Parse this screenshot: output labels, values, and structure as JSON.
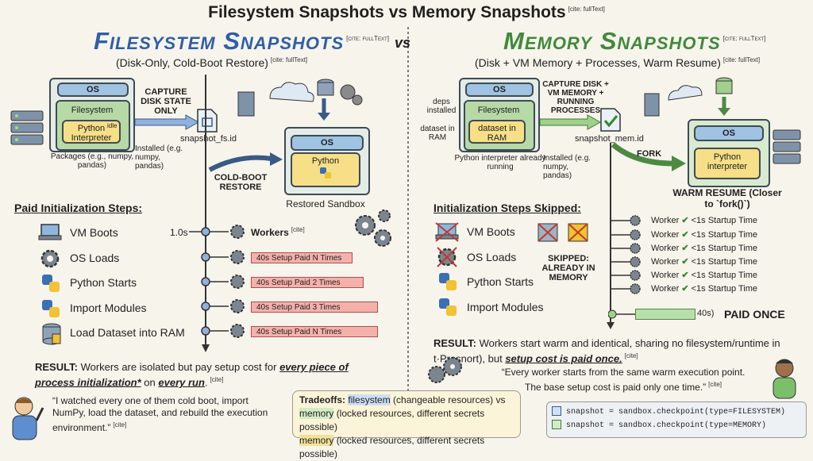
{
  "title": "Filesystem Snapshots vs Memory Snapshots",
  "cite": "[cite: fullText]",
  "cite_short": "[cite]",
  "vs": "vs",
  "left": {
    "heading": "Filesystem Snapshots",
    "subtitle": "(Disk-Only, Cold-Boot Restore)",
    "box_os": "OS",
    "box_fs": "Filesystem",
    "box_py": "Python Interpreter",
    "idle": "idle",
    "packages": "Packages (e.g., numpy, pandas)",
    "capture": "CAPTURE DISK STATE ONLY",
    "snapshot_file": "snapshot_fs.id",
    "installed": "Installed (e.g. numpy, pandas)",
    "cold_boot": "COLD-BOOT RESTORE",
    "restored_os": "OS",
    "restored_py": "Python",
    "restored_label": "Restored Sandbox",
    "steps_title": "Paid Initialization Steps:",
    "steps": [
      "VM Boots",
      "OS Loads",
      "Python Starts",
      "Import Modules",
      "Load Dataset into RAM"
    ],
    "timeline_start": "1.0s",
    "workers_label": "Workers",
    "bars": [
      "40s Setup Paid N Times",
      "40s Setup Paid 2 Times",
      "40s Setup Paid 3 Times",
      "40s Setup Paid N Times"
    ],
    "result_label": "RESULT:",
    "result_text": "Workers are isolated but pay setup cost for",
    "result_em1": "every piece of process initialization*",
    "result_mid": "on",
    "result_em2": "every run",
    "quote": "“I watched every one of them cold boot, import NumPy, load the dataset, and rebuild the execution environment.”"
  },
  "right": {
    "heading": "Memory Snapshots",
    "subtitle": "(Disk + VM Memory + Processes, Warm Resume)",
    "deps": "deps installed",
    "dataset_ram": "dataset in RAM",
    "box_os": "OS",
    "box_fs": "Filesystem",
    "box_ds": "dataset in RAM",
    "py_running": "Python interpreter already running",
    "capture": "CAPTURE DISK + VM MEMORY + RUNNING PROCESSES",
    "snapshot_file": "snapshot_mem.id",
    "installed": "Installed (e.g. numpy, pandas)",
    "fork": "FORK",
    "warm_os": "OS",
    "warm_py": "Python interpreter",
    "warm_label": "WARM RESUME (Closer to `fork()`)",
    "steps_title": "Initialization Steps Skipped:",
    "steps": [
      "VM Boots",
      "OS Loads",
      "Python Starts",
      "Import Modules"
    ],
    "skipped": "SKIPPED: ALREADY IN MEMORY",
    "workers": [
      "Worker",
      "Worker",
      "Worker",
      "Worker",
      "Worker",
      "Worker"
    ],
    "startup": "<1s Startup Time",
    "paid_bar": "40s)",
    "paid_once": "PAID ONCE",
    "result_label": "RESULT:",
    "result_text": "Workers start warm and identical, sharing no filesystem/runtime in t·Presnort), but",
    "result_em": "setup cost is paid once.",
    "quote": "“Every worker starts from the same warm execution point. The base setup cost is paid only one time.”",
    "code1": "snapshot = sandbox.checkpoint(type=FILESYSTEM)",
    "code2": "snapshot = sandbox.checkpoint(type=MEMORY)"
  },
  "tradeoffs": {
    "label": "Tradeoffs:",
    "line1a": "filesystem",
    "line1b": "(changeable resources) vs",
    "line2a": "memory",
    "line2b": "(locked resources, different secrets possible)",
    "line3a": "memory",
    "line3b": "(locked resources, different secrets possible)"
  },
  "colors": {
    "blue_heading": "#2e5fa8",
    "green_heading": "#3f8a3a",
    "bar_red": "#f4b1ac",
    "bar_green": "#b9dfa8"
  }
}
